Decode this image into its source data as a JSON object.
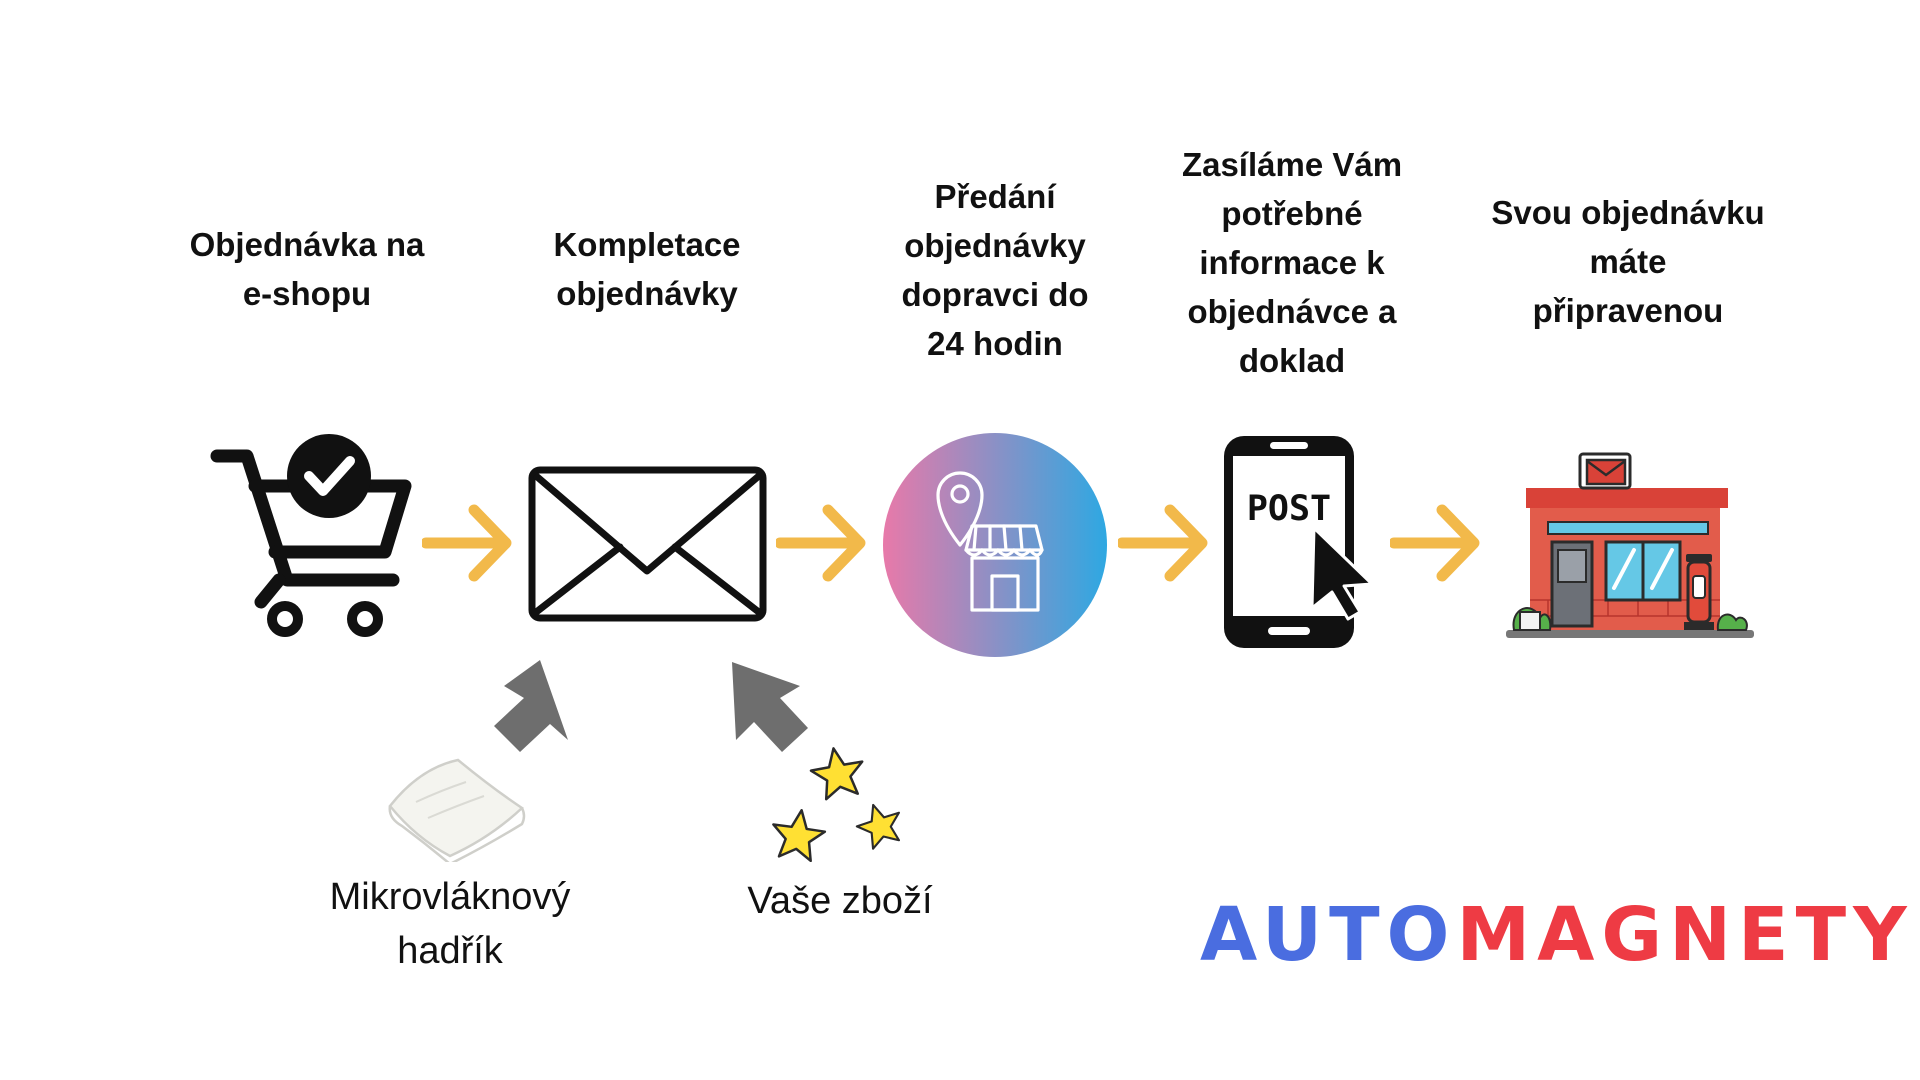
{
  "steps": [
    {
      "title": "Objednávka na\ne-shopu"
    },
    {
      "title": "Kompletace\nobjednávky"
    },
    {
      "title": "Předání\nobjednávky\ndopravci do\n24 hodin"
    },
    {
      "title": "Zasíláme Vám\npotřebné\ninformace k\nobjednávce a\ndoklad"
    },
    {
      "title": "Svou objednávku\nmáte\npřipravenou"
    }
  ],
  "inputs": [
    {
      "label": "Mikrovláknový\nhadřík"
    },
    {
      "label": "Vaše zboží"
    }
  ],
  "phone_screen_text": "POST",
  "brand": {
    "part1": "AUTO",
    "part2": "MAGNETY"
  },
  "colors": {
    "arrow": "#f2b94a",
    "input_arrow": "#6e6e6e",
    "brand_blue": "#4a6de0",
    "brand_red": "#ee3b44",
    "gradient_pink": "#e879a9",
    "gradient_blue": "#2ea8e2",
    "star": "#ffe033",
    "store_red": "#e14b3b"
  }
}
